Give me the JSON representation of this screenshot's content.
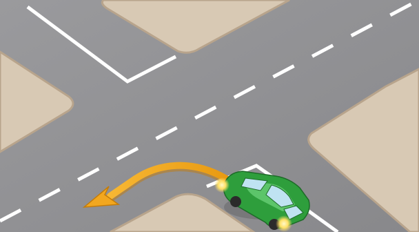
{
  "scene": {
    "subject": "intersection-left-turn",
    "colors": {
      "road": "#8f8f92",
      "road_shadow": "#7d7d80",
      "sidewalk": "#d8c9b4",
      "curb": "#b8a48c",
      "lane_marking": "#ffffff",
      "car_body": "#2e9e3c",
      "car_body_light": "#5cc56a",
      "car_window": "#bfe3f2",
      "turn_arrow": "#f2a71f",
      "headlight": "#ffe27a"
    },
    "car": {
      "heading": "north-west",
      "turn_signal": "left",
      "action": "left-turn"
    }
  }
}
